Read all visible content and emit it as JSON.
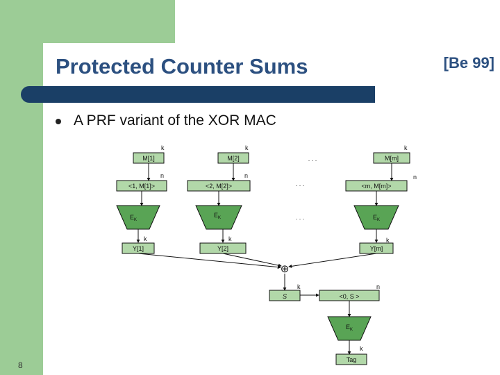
{
  "slide": {
    "title": "Protected Counter Sums",
    "citation": "[Be 99]",
    "bullet": "A PRF variant of the XOR MAC",
    "page_number": "8"
  },
  "diagram": {
    "messages": [
      "M[1]",
      "M[2]",
      "M[m]"
    ],
    "inputs": [
      "<1, M[1]>",
      "<2, M[2]>",
      "<m, M[m]>"
    ],
    "outputs": [
      "Y[1]",
      "Y[2]",
      "Y[m]"
    ],
    "cipher": "E",
    "cipher_sub": "K",
    "dots": ". . .",
    "k_label": "k",
    "n_label": "n",
    "sum": "S",
    "final_input": "<0, S >",
    "tag": "Tag",
    "xor_symbol": "⊕"
  }
}
